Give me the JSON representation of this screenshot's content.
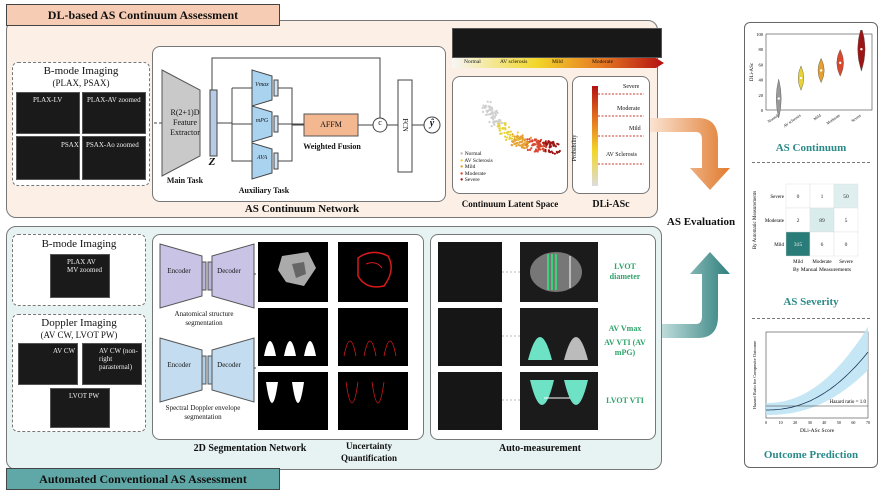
{
  "top": {
    "header": "DL-based AS Continuum Assessment",
    "bmode_title": "B-mode Imaging",
    "bmode_sub": "(PLAX, PSAX)",
    "views": [
      "PLAX-LV",
      "PLAX-AV zoomed",
      "PSAX",
      "PSAX-Ao zoomed"
    ],
    "extractor": "R(2+1)D Feature Extractor",
    "z": "Z",
    "main_task": "Main Task",
    "aux_task": "Auxiliary Task",
    "aux_heads": [
      "Vmax",
      "mPG",
      "AVA"
    ],
    "affm": "AFFM",
    "weighted_fusion": "Weighted Fusion",
    "concat": "c",
    "fcn": "FCN",
    "yhat": "ŷ",
    "network_title": "AS Continuum Network",
    "latent_title": "Continuum Latent Space",
    "strip_labels": [
      "Normal",
      "AV sclerosis",
      "Mild",
      "Moderate"
    ],
    "latent_legend": [
      "Normal",
      "AV Sclerosis",
      "Mild",
      "Moderate",
      "Severe"
    ],
    "dliasc_title": "DLi-ASc",
    "probability": "Probability",
    "dliasc_levels": [
      "Severe",
      "Moderate",
      "Mild",
      "AV Sclerosis"
    ]
  },
  "center": {
    "as_evaluation": "AS Evaluation"
  },
  "bottom": {
    "header": "Automated Conventional AS Assessment",
    "bmode_title": "B-mode Imaging",
    "bmode_view": "PLAX AV MV zoomed",
    "doppler_title": "Doppler Imaging",
    "doppler_sub": "(AV CW, LVOT PW)",
    "doppler_views": [
      "AV CW",
      "AV CW (non-right parasternal)",
      "LVOT PW"
    ],
    "encoder": "Encoder",
    "decoder": "Decoder",
    "anat_seg": "Anatomical structure segmentation",
    "doppler_seg": "Spectral Doppler envelope segmentation",
    "seg_title": "2D Segmentation Network",
    "uq_title": "Uncertainty Quantification",
    "auto_title": "Auto-measurement",
    "measures": [
      "LVOT diameter",
      "AV Vmax",
      "AV VTI (AV mPG)",
      "LVOT VTI"
    ]
  },
  "right": {
    "continuum": {
      "title": "AS Continuum",
      "ylabel": "DLi-ASc",
      "categories": [
        "Normal",
        "AV sclerosis",
        "Mild",
        "Moderate",
        "Severe"
      ],
      "yticks": [
        "0",
        "20",
        "40",
        "60",
        "80",
        "100"
      ],
      "colors": [
        "#9a9a9a",
        "#e8d23a",
        "#e6a030",
        "#d9472f",
        "#9c1414"
      ]
    },
    "severity": {
      "title": "AS Severity",
      "ylabel": "By Automatic Measurements",
      "xlabel": "By Manual Measurements",
      "rows": [
        "Severe",
        "Moderate",
        "Mild"
      ],
      "cols": [
        "Mild",
        "Moderate",
        "Severe"
      ],
      "matrix": [
        [
          "0",
          "1",
          "50"
        ],
        [
          "2",
          "89",
          "5"
        ],
        [
          "315",
          "6",
          "0"
        ]
      ]
    },
    "outcome": {
      "title": "Outcome Prediction",
      "ylabel": "Hazard Ratio for Composite Outcome",
      "xlabel": "DLi-ASc Score",
      "xticks": [
        "0",
        "10",
        "20",
        "30",
        "40",
        "50",
        "60",
        "70"
      ],
      "annotation": "Hazard ratio = 1.0"
    }
  }
}
